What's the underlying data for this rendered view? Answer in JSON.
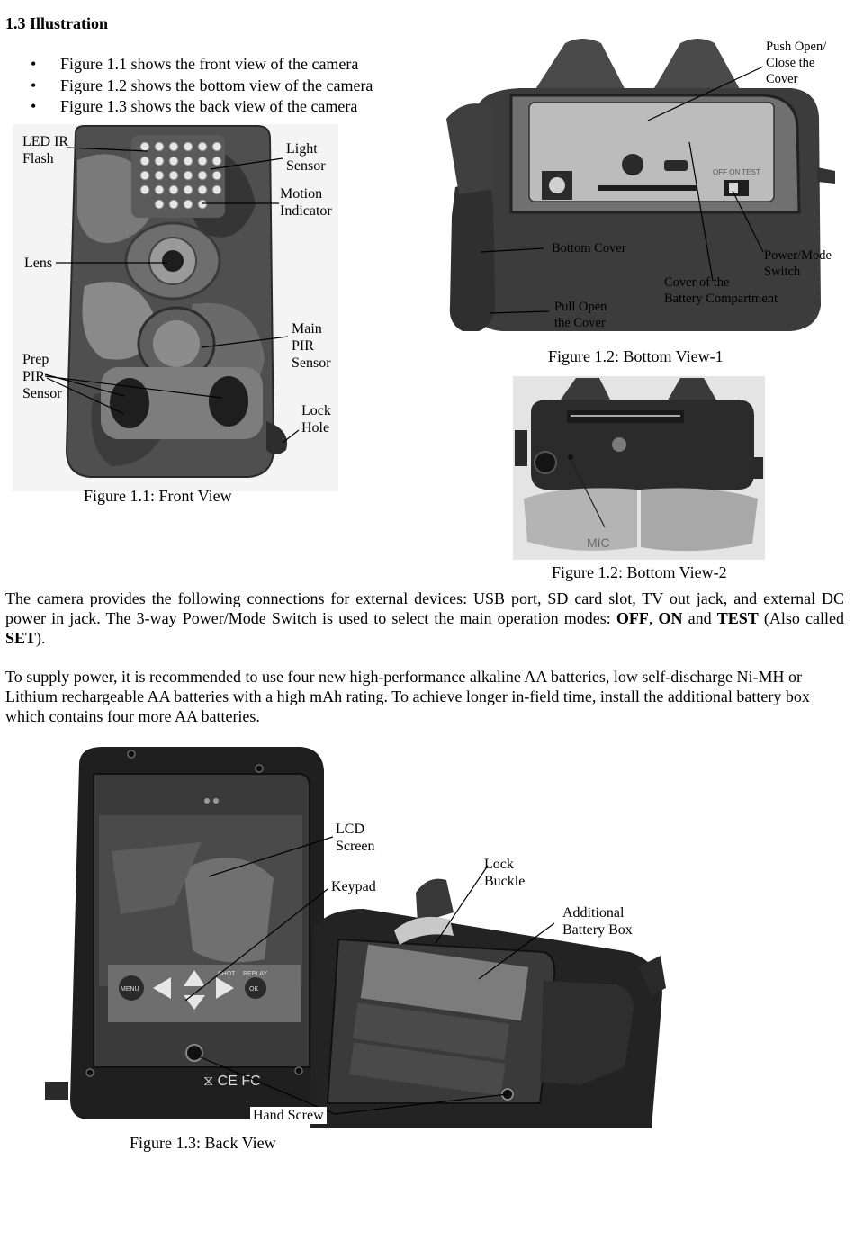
{
  "section": {
    "heading": "1.3  Illustration"
  },
  "bullets": [
    "Figure 1.1 shows the front view of the camera",
    "Figure 1.2 shows the bottom view of the camera",
    "Figure 1.3 shows the back view of the camera"
  ],
  "figure_front": {
    "caption": "Figure 1.1: Front View",
    "labels": {
      "led_ir_flash": [
        "LED IR",
        "Flash"
      ],
      "light_sensor": [
        "Light",
        "Sensor"
      ],
      "motion_indicator": [
        "Motion",
        "Indicator"
      ],
      "lens": "Lens",
      "main_pir_sensor": [
        "Main",
        "PIR",
        "Sensor"
      ],
      "prep_pir_sensor": [
        "Prep",
        "PIR",
        "Sensor"
      ],
      "lock_hole": [
        "Lock",
        "Hole"
      ]
    }
  },
  "figure_bottom1": {
    "caption": "Figure 1.2: Bottom View-1",
    "labels": {
      "push_open": [
        "Push Open/",
        "Close the",
        "Cover"
      ],
      "bottom_cover": "Bottom Cover",
      "power_mode_switch": [
        "Power/Mode",
        "Switch"
      ],
      "battery_cover": [
        "Cover of the",
        "Battery Compartment"
      ],
      "pull_open": [
        "Pull Open",
        "the Cover"
      ]
    },
    "switch_text": "OFF  ON  TEST"
  },
  "figure_bottom2": {
    "caption": "Figure 1.2: Bottom View-2",
    "labels": {
      "mic": "MIC"
    }
  },
  "paragraph1": {
    "before": "The camera provides the following connections for external devices: USB port, SD card slot, TV out jack, and external DC power in jack. The 3-way Power/Mode Switch is used to select the main operation modes: ",
    "off": "OFF",
    "sep1": ", ",
    "on": "ON",
    "sep2": " and ",
    "test": "TEST",
    "mid": " (Also called ",
    "set": "SET",
    "after": ")."
  },
  "paragraph2": "To supply power, it is recommended to use four new high-performance alkaline AA batteries, low self-discharge Ni-MH or Lithium rechargeable AA batteries with a high mAh rating.  To achieve longer in-field time, install the additional battery box which contains four more AA batteries.",
  "figure_back": {
    "caption": "Figure 1.3: Back View",
    "labels": {
      "lcd_screen": [
        "LCD",
        "Screen"
      ],
      "keypad": "Keypad",
      "lock_buckle": [
        "Lock",
        "Buckle"
      ],
      "battery_box": [
        "Additional",
        "Battery Box"
      ],
      "hand_screw": "Hand Screw"
    },
    "keys": {
      "menu": "MENU",
      "shot": "SHOT",
      "replay": "REPLAY",
      "ok": "OK"
    },
    "marks": "⧖ CE FC"
  },
  "colors": {
    "text": "#000000",
    "camo_dark": "#3a3a3a",
    "camo_mid": "#6d6d6d",
    "body_dark": "#222222"
  }
}
